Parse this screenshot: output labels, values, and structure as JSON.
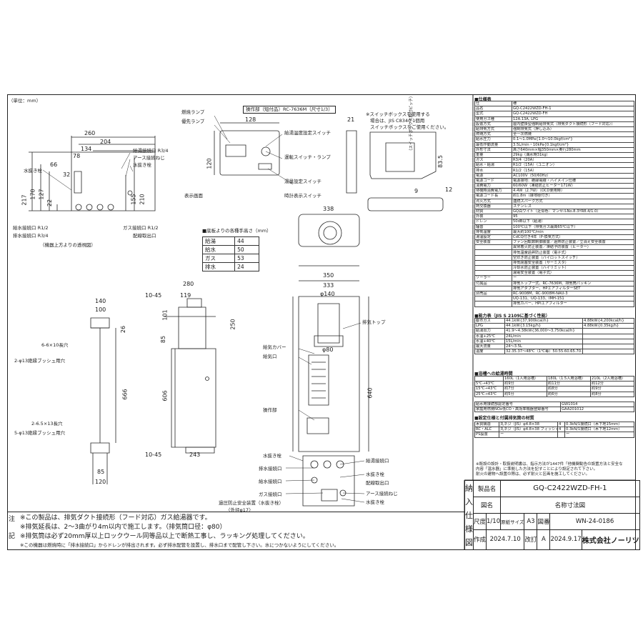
{
  "unit": "（単位：mm）",
  "front_view": {
    "labels": {
      "burn_lamp": "燃焼ランプ",
      "priority_lamp": "優先ランプ",
      "remote_title": "操作部（短付品）RC-7636M（尺寸1/3）",
      "water_temp_switch": "給湯温度設定スイッチ",
      "run_switch": "運転スイッチ・ランプ",
      "temp_set_switch": "湯量設定スイッチ",
      "clock_switch": "時計表示スイッチ",
      "display": "表示画面",
      "switchbox_note1": "※スイッチボックスを使用する",
      "switchbox_note2": "場合は、JIS C8340 1個用",
      "switchbox_note3": "スイッチボックスをご使用ください。",
      "wall_side": "（スイッチボックス取付ピッチ）",
      "dim_128": "128",
      "dim_21": "21",
      "dim_120": "120",
      "dim_83_5": "83.5",
      "dim_9": "9",
      "dim_12": "12"
    }
  },
  "top_view": {
    "dims": [
      "260",
      "204",
      "134",
      "78",
      "66",
      "32",
      "217",
      "170",
      "127",
      "22",
      "155",
      "210"
    ],
    "labels": {
      "water_drain": "水抜き栓",
      "supply_conn": "給湯接続口 R3/4",
      "earth": "アース接続ねじ",
      "drain_plug": "水抜き栓",
      "supply_water": "給水接続口 R1/2",
      "gas_conn": "ガス接続口 R1/2",
      "wiring": "配線取出口",
      "drain_conn": "排水接続口 R3/4",
      "note": "（機器上方よりの透視図）"
    }
  },
  "floor_table": {
    "title": "■底板よりの各種手高さ（mm）",
    "rows": [
      [
        "給湯",
        "44"
      ],
      [
        "給水",
        "50"
      ],
      [
        "ガス",
        "53"
      ],
      [
        "排水",
        "24"
      ]
    ]
  },
  "side_left": {
    "dims": [
      "140",
      "100",
      "26",
      "666",
      "85",
      "120"
    ],
    "labels": [
      "6-6×10長穴",
      "2-φ13絶縁ブッシュ用穴",
      "2-6.5×13長穴",
      "5-φ13絶縁ブッシュ用穴"
    ]
  },
  "side_mid": {
    "dims": [
      "280",
      "10-45",
      "119",
      "101",
      "85",
      "606",
      "250",
      "10-45",
      "243"
    ]
  },
  "front_main": {
    "dims": [
      "338",
      "350",
      "333",
      "φ140",
      "640",
      "φ80"
    ],
    "labels": {
      "exhaust_top": "排気トップ",
      "intake_cover": "給気カバー",
      "intake": "給気口",
      "operation": "操作部",
      "water_drain_plug": "水抜き栓",
      "supply": "給湯接続口",
      "drain": "排水接続口",
      "drain_plug": "水抜き栓",
      "water_conn": "給水接続口",
      "wiring": "配線取出口",
      "gas": "ガス接続口",
      "earth": "アース接続ねじ",
      "water_drain_plug2": "水抜き栓",
      "safety_valve": "過圧防止安全装置（水抜き栓）",
      "outer_diameter": "〈外径φ17〉"
    }
  },
  "spec": {
    "title": "■仕様表",
    "rows": [
      [
        "仕",
        "様"
      ],
      [
        "品名",
        "GQ-C2422WZD-FH-1"
      ],
      [
        "型式",
        "GQ-C2422WZD-FH"
      ],
      [
        "使用ガス種",
        "12A.13A, LPG"
      ],
      [
        "設置方式",
        "屋内壁掛型強制給排気式（排気ダクト接続形（フード対応））"
      ],
      [
        "給排気方式",
        "強制排気式（押し込み）"
      ],
      [
        "燃焼方式",
        "全一次燃焼"
      ],
      [
        "給水圧力",
        "0.1〜1.0MPa{1.0〜10.0kgf/cm²}"
      ],
      [
        "最低作動流量",
        "3.5L/min・10kPa{0.1kgf/cm²}"
      ],
      [
        "外形寸法",
        "高さ640mm×幅350mm×奥行280mm"
      ],
      [
        "重量",
        "29kg（満水時31kg）"
      ],
      [
        "ガス",
        "R3/4（20A）"
      ],
      [
        "給水・給湯",
        "R1/2（15A）（ユニオン）"
      ],
      [
        "排水",
        "R1/2（15A）"
      ],
      [
        "電源",
        "AC100V（50/60Hz）"
      ],
      [
        "電源コード",
        "電源接地：絶縁電線・ハイメイン仕様"
      ],
      [
        "消費電力",
        "60/60W（凍結防止ヒーター171W）"
      ],
      [
        "待機時消費電力",
        "4.4W（2.7W）（OCD使用時）"
      ],
      [
        "電源コード長",
        "約1.8m（接地極付き）"
      ],
      [
        "点火方式",
        "連続スパーク方式"
      ],
      [
        "熱交換器",
        "ステンレス"
      ],
      [
        "材質",
        "GQ白ワイト（近似色：マンセルNo.8.3YR8.4/1.0）"
      ],
      [
        "外装",
        "95"
      ],
      [
        "ドレン",
        "50dB以下（給湯）"
      ],
      [
        "騒音",
        "100℃以下（排気ガス最高65℃以下）"
      ],
      [
        "排気温度",
        "最大約100℃/min"
      ],
      [
        "湯温設定",
        "CdCQ付き4年（P-換気方式）"
      ],
      [
        "安全装置",
        "ファン回転数制御装置／過熱防止装置／立消え安全装置"
      ],
      [
        "",
        "異常着火防止装置／凍結予防装置（ヒーター）"
      ],
      [
        "",
        "排気温度過昇防止装置（電子式）"
      ],
      [
        "",
        "空炊き防止装置（パイロットスイッチ）"
      ],
      [
        "",
        "排気閉塞安全装置（サーミスタ）"
      ],
      [
        "",
        "冷却水防止装置（ハイリミット）"
      ],
      [
        "",
        "漏電安全装置（電子式）"
      ],
      [
        "ソーラー",
        "ー"
      ],
      [
        "付属品",
        "排気トップ一式、RC-7636M、排気筒パッキン"
      ],
      [
        "",
        "排気アダプター、HPエアフィルターSET"
      ],
      [
        "別売品",
        "RC-9008M、RC-9008M-NAU-3"
      ],
      [
        "",
        "UQ-131、UQ-133、IMH-151"
      ],
      [
        "",
        "排気カバー、HPIエアフィルター"
      ]
    ],
    "capacity_title": "■能力表（JIS S 2109に基づく性能）",
    "capacity": [
      [
        "都市ガス",
        "44.1kW{37,900kcal/h}",
        "4.88kW{4,200kcal/h}"
      ],
      [
        "LPG",
        "44.1kW{3.15kg/h}",
        "4.88kW{0.35kg/h}"
      ],
      [
        "給湯出力",
        "41.9〜4.38kW{36,000〜3,750kcal/h}",
        ""
      ],
      [
        "水温+25℃",
        "24L/min",
        ""
      ],
      [
        "水温+40℃",
        "15L/min",
        ""
      ],
      [
        "最大流量",
        "24〜3.5L",
        ""
      ],
      [
        "温度",
        "32.35.37〜48℃（1℃毎）50.55.60.65.70.75.80℃（21段階）",
        ""
      ]
    ],
    "supply_title": "■浴槽への給湯時間",
    "supply": [
      [
        "",
        "160L（1人用浴槽）",
        "180L（1.5人用浴槽）",
        "210L（2人用浴槽）"
      ],
      [
        "5℃→43℃",
        "約9分",
        "約11分",
        "約12分"
      ],
      [
        "15℃→43℃",
        "約7分",
        "約8分",
        "約9分"
      ],
      [
        "25℃→43℃",
        "約5分",
        "約6分",
        "約8分"
      ]
    ],
    "cert1": [
      "給水用接続部認定番号",
      "GW1014"
    ],
    "cert2": [
      "家庭用燃焼NOx低CO・高効率機器登録番号",
      "GAA201012"
    ],
    "vent_title": "■設定仕様と付属排気筒の材質",
    "vent": [
      [
        "木質構造",
        "丸ネジ（JIS）φ4.8×38",
        "4",
        "0.3kN/1接続口（木下地15mm）"
      ],
      [
        "RC・ALC",
        "丸ネジ（JIS）φ4.8×38 フィッシャープラグSX 6×30",
        "4",
        "0.3kN/1接続口（木下地12mm）"
      ],
      [
        "PS設置",
        "ー",
        "",
        "ー"
      ]
    ],
    "notes": [
      "※既設の設計・取扱説明書は、指示方法が1447件「他機関勧告の設置方法と安全な",
      "内容「温水器」に準拠した方法を記すことにより設定されて下さい。",
      "耐火の建物へ設置の際は、必ず耐火と区画を施工してください。"
    ]
  },
  "title_block": {
    "stamp": [
      "納",
      "入",
      "仕",
      "様",
      "図"
    ],
    "product_label": "製品名",
    "product": "GQ-C2422WZD-FH-1",
    "figure_label": "図名",
    "figure": "名称寸法図",
    "scale_label": "尺度",
    "scale": "1/10",
    "paper_label": "原紙サイズ",
    "paper": "A3",
    "drawing_no_label": "図番",
    "drawing_no": "WN-24-0186",
    "made_label": "作成",
    "made": "2024.7.10",
    "rev_label": "改訂",
    "rev_mark": "A",
    "rev": "2024.9.17",
    "company": "株式会社ノーリツ"
  },
  "notes": {
    "label": [
      "注",
      "記"
    ],
    "lines": [
      "※この製品は、排気ダクト接続形（フード対応）ガス給湯器です。",
      "※排気延長は、2〜3曲がり4m以内で施工します。（排気筒口径：φ80）",
      "※排気筒は必ず20mm厚以上ロックウール同等品以上で断熱工事し、ラッキング処理してください。",
      "※この機器は燃焼時に「排水接続口」からドレンが排出されます。必ず排水配管を設置し、排水口まで配管し下さい。水につかないようにしてください。"
    ]
  }
}
